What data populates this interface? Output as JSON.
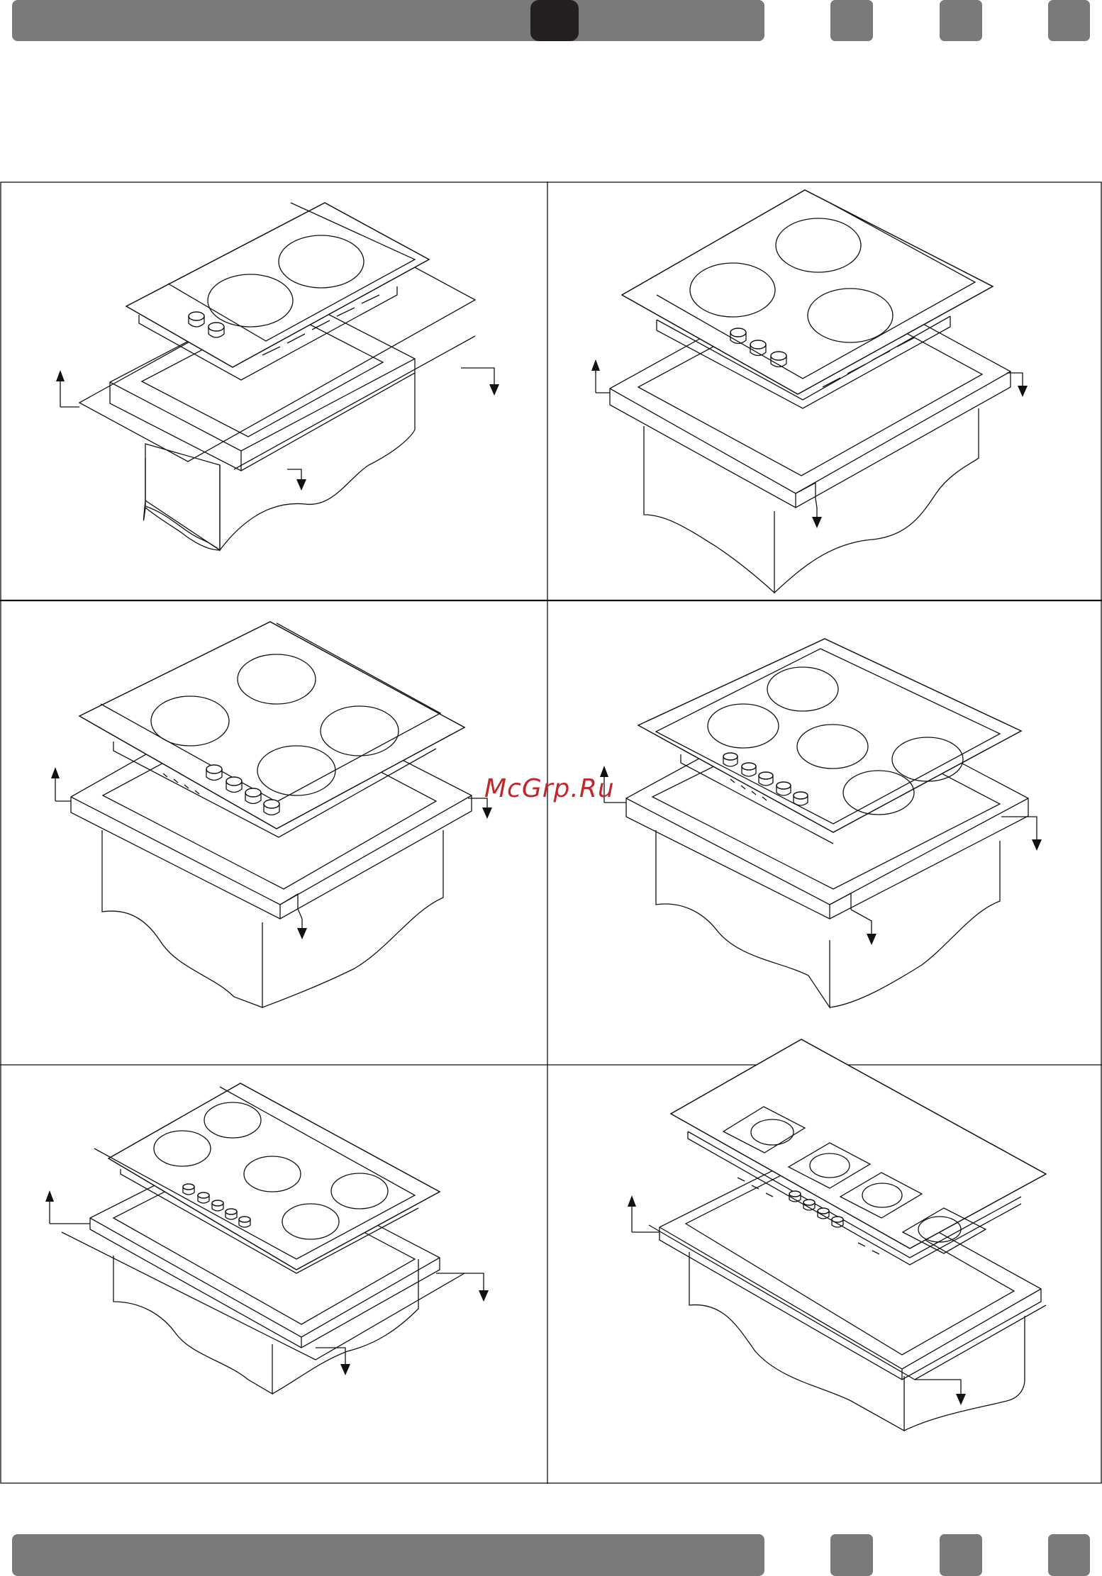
{
  "watermark": "McGrp.Ru",
  "colors": {
    "header_bar": "#7a7a7a",
    "header_tab_active": "#231f20",
    "watermark": "#c0282d"
  },
  "panels": [
    {
      "id": "panel-1",
      "burners": 2,
      "knobs": 2
    },
    {
      "id": "panel-2",
      "burners": 3,
      "knobs": 3
    },
    {
      "id": "panel-3",
      "burners": 4,
      "knobs": 4
    },
    {
      "id": "panel-4",
      "burners": 5,
      "knobs": 5
    },
    {
      "id": "panel-5",
      "burners": 5,
      "knobs": 5
    },
    {
      "id": "panel-6",
      "burners": 4,
      "knobs": 4
    }
  ]
}
